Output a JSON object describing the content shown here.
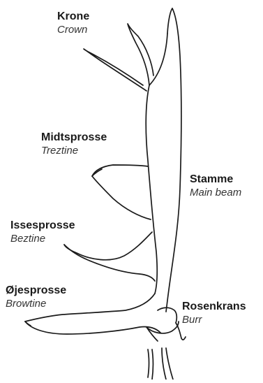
{
  "labels": {
    "crown": {
      "no": "Krone",
      "en": "Crown"
    },
    "trez": {
      "no": "Midtsprosse",
      "en": "Treztine"
    },
    "beam": {
      "no": "Stamme",
      "en": "Main beam"
    },
    "bez": {
      "no": "Issesprosse",
      "en": "Beztine"
    },
    "brow": {
      "no": "Øjesprosse",
      "en": "Browtine"
    },
    "burr": {
      "no": "Rosenkrans",
      "en": "Burr"
    }
  },
  "colors": {
    "stroke": "#1a1a1a",
    "background": "#ffffff"
  }
}
